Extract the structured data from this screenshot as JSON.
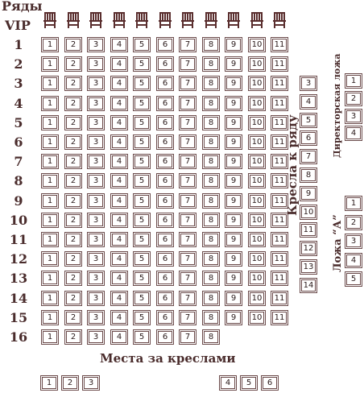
{
  "header": {
    "rows_label": "Ряды",
    "vip_label": "VIP"
  },
  "main_rows": [
    {
      "label": "1",
      "seats": [
        "1",
        "2",
        "3",
        "4",
        "5",
        "6",
        "7",
        "8",
        "9",
        "10",
        "11"
      ]
    },
    {
      "label": "2",
      "seats": [
        "1",
        "2",
        "3",
        "4",
        "5",
        "6",
        "7",
        "8",
        "9",
        "10",
        "11"
      ]
    },
    {
      "label": "3",
      "seats": [
        "1",
        "2",
        "3",
        "4",
        "5",
        "6",
        "7",
        "8",
        "9",
        "10",
        "11"
      ]
    },
    {
      "label": "4",
      "seats": [
        "1",
        "2",
        "3",
        "4",
        "5",
        "6",
        "7",
        "8",
        "9",
        "10",
        "11"
      ]
    },
    {
      "label": "5",
      "seats": [
        "1",
        "2",
        "3",
        "4",
        "5",
        "6",
        "7",
        "8",
        "9",
        "10",
        "11"
      ]
    },
    {
      "label": "6",
      "seats": [
        "1",
        "2",
        "3",
        "4",
        "5",
        "6",
        "7",
        "8",
        "9",
        "10",
        "11"
      ]
    },
    {
      "label": "7",
      "seats": [
        "1",
        "2",
        "3",
        "4",
        "5",
        "6",
        "7",
        "8",
        "9",
        "10",
        "11"
      ]
    },
    {
      "label": "8",
      "seats": [
        "1",
        "2",
        "3",
        "4",
        "5",
        "6",
        "7",
        "8",
        "9",
        "10",
        "11"
      ]
    },
    {
      "label": "9",
      "seats": [
        "1",
        "2",
        "3",
        "4",
        "5",
        "6",
        "7",
        "8",
        "9",
        "10",
        "11"
      ]
    },
    {
      "label": "10",
      "seats": [
        "1",
        "2",
        "3",
        "4",
        "5",
        "6",
        "7",
        "8",
        "9",
        "10",
        "11"
      ]
    },
    {
      "label": "11",
      "seats": [
        "1",
        "2",
        "3",
        "4",
        "5",
        "6",
        "7",
        "8",
        "9",
        "10",
        "11"
      ]
    },
    {
      "label": "12",
      "seats": [
        "1",
        "2",
        "3",
        "4",
        "5",
        "6",
        "7",
        "8",
        "9",
        "10",
        "11"
      ]
    },
    {
      "label": "13",
      "seats": [
        "1",
        "2",
        "3",
        "4",
        "5",
        "6",
        "7",
        "8",
        "9",
        "10",
        "11"
      ]
    },
    {
      "label": "14",
      "seats": [
        "1",
        "2",
        "3",
        "4",
        "5",
        "6",
        "7",
        "8",
        "9",
        "10",
        "11"
      ]
    },
    {
      "label": "15",
      "seats": [
        "1",
        "2",
        "3",
        "4",
        "5",
        "6",
        "7",
        "8",
        "9",
        "10",
        "11"
      ]
    },
    {
      "label": "16",
      "seats": [
        "1",
        "2",
        "3",
        "4",
        "5",
        "6",
        "7",
        "8"
      ]
    }
  ],
  "vip_chairs_count": 11,
  "chair_icon": "chair-icon",
  "side_column": {
    "title": "Кресла к ряду",
    "seats": [
      "3",
      "4",
      "5",
      "6",
      "7",
      "8",
      "9",
      "10",
      "11",
      "12",
      "13",
      "14"
    ]
  },
  "director_box": {
    "title": "Директорская ложа",
    "seats": [
      "1",
      "2",
      "3",
      "4"
    ]
  },
  "box_a": {
    "title": "Ложа “А”",
    "seats": [
      "1",
      "2",
      "3",
      "4",
      "5"
    ]
  },
  "behind_seats": {
    "title": "Места за креслами",
    "left": [
      "1",
      "2",
      "3"
    ],
    "right": [
      "4",
      "5",
      "6"
    ]
  },
  "colors": {
    "text": "#4a2c2c",
    "seat_border": "#6b4b4b",
    "chair": "#5a2e2e"
  }
}
